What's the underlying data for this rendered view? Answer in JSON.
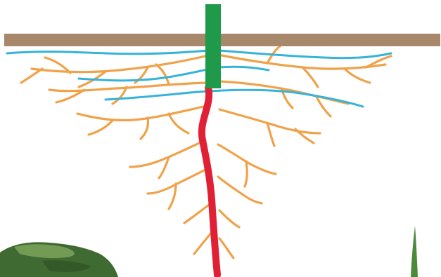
{
  "diagram": {
    "title": "",
    "labels": [],
    "parts": {
      "ground": "soil-surface",
      "stem": "shoot",
      "taproot": "primary-root",
      "lateral_roots": "secondary-roots",
      "fibrous_roots": "surface-roots"
    },
    "colors": {
      "background": "#ffffff",
      "soil": "#a8886a",
      "stem": "#1f9a4a",
      "taproot": "#e02035",
      "lateral_roots": "#f0a24a",
      "surface_roots": "#35b3d8",
      "foliage_dark": "#3f6a32",
      "foliage_light": "#7ea35a",
      "grass_blade": "#4a8a3a"
    }
  }
}
